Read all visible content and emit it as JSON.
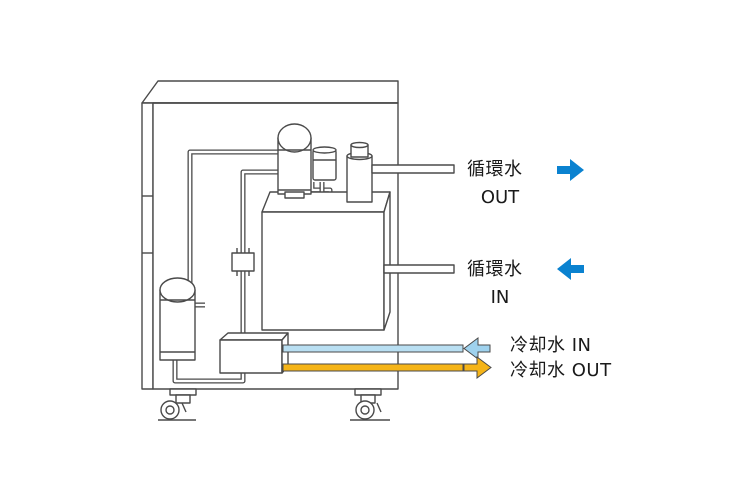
{
  "labels": {
    "circ_out_jp": "循環水",
    "circ_out_en": "OUT",
    "circ_in_jp": "循環水",
    "circ_in_en": "IN",
    "cool_in": "冷却水 IN",
    "cool_out": "冷却水 OUT"
  },
  "colors": {
    "outline": "#4a4a4a",
    "circ_arrow": "#0a82d0",
    "cool_in_line": "#b9dff2",
    "cool_in_arrow": "#9fd2ee",
    "cool_out_line": "#f5b418",
    "cool_out_arrow": "#f5b418"
  }
}
